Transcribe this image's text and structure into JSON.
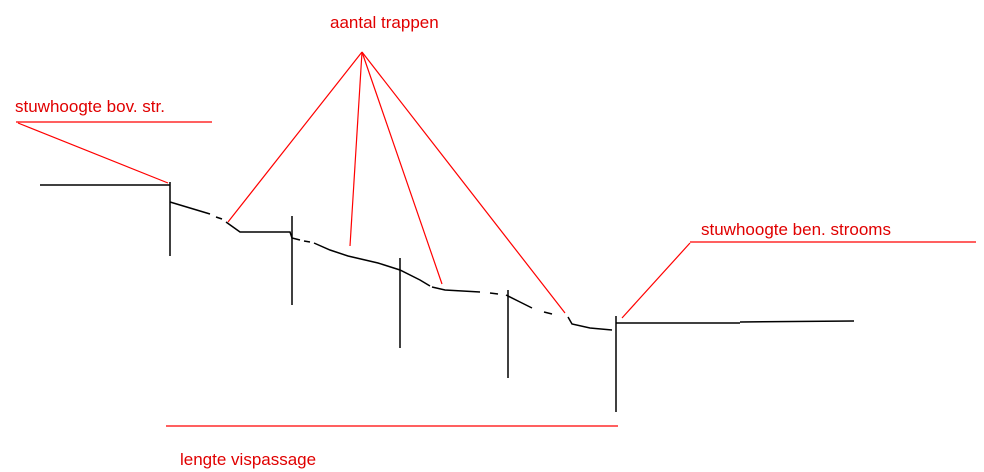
{
  "labels": {
    "steps": "aantal trappen",
    "upstream": "stuwhoogte bov. str.",
    "downstream": "stuwhoogte ben. strooms",
    "length": "lengte vispassage"
  },
  "colors": {
    "annotation": "#ff0000",
    "profile": "#000000",
    "background": "#ffffff"
  }
}
